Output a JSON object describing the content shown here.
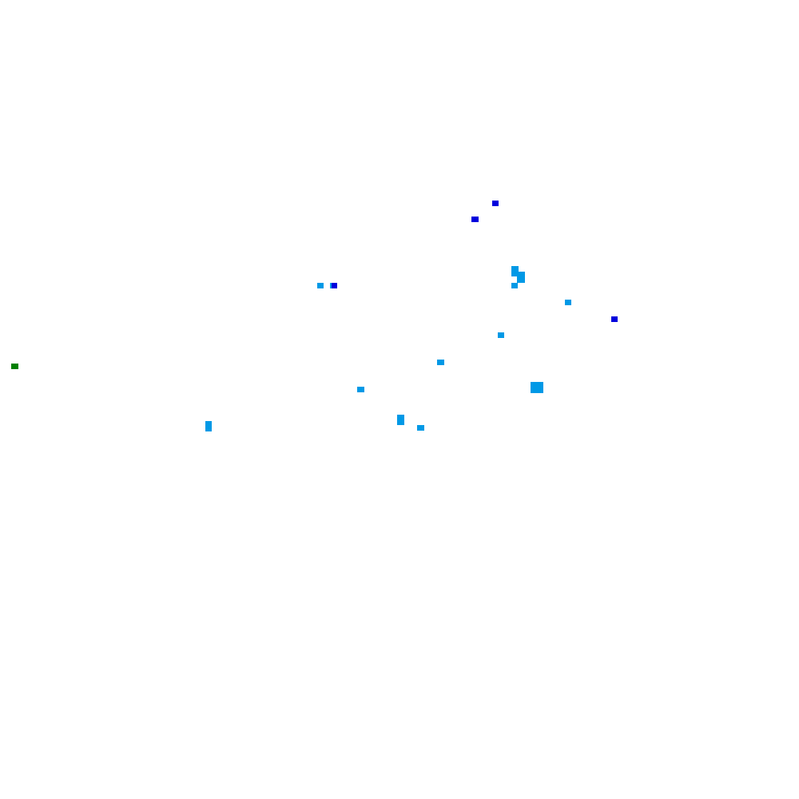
{
  "map": {
    "background": "#ffffff",
    "colors": {
      "light_blue": "#0099e6",
      "dark_blue": "#0000dd",
      "green": "#008000"
    },
    "markers": [
      {
        "name": "marker-dark-blue",
        "color": "dark_blue"
      },
      {
        "name": "marker-dark-blue",
        "color": "dark_blue"
      },
      {
        "name": "marker-light-blue",
        "color": "light_blue"
      },
      {
        "name": "marker-light-blue",
        "color": "light_blue"
      },
      {
        "name": "marker-light-blue",
        "color": "light_blue"
      },
      {
        "name": "marker-light-blue",
        "color": "light_blue"
      },
      {
        "name": "marker-dark-blue",
        "color": "dark_blue"
      },
      {
        "name": "marker-light-blue",
        "color": "light_blue"
      },
      {
        "name": "marker-dark-blue",
        "color": "dark_blue"
      },
      {
        "name": "marker-light-blue",
        "color": "light_blue"
      },
      {
        "name": "marker-light-blue",
        "color": "light_blue"
      },
      {
        "name": "marker-light-blue",
        "color": "light_blue"
      },
      {
        "name": "marker-light-blue",
        "color": "light_blue"
      },
      {
        "name": "marker-light-blue",
        "color": "light_blue"
      },
      {
        "name": "marker-light-blue",
        "color": "light_blue"
      },
      {
        "name": "marker-light-blue",
        "color": "light_blue"
      },
      {
        "name": "marker-green",
        "color": "green"
      }
    ]
  }
}
